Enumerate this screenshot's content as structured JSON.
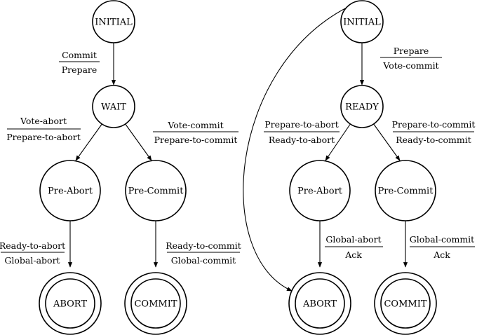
{
  "colors": {
    "stroke": "#000000",
    "background": "#ffffff"
  },
  "coordinator": {
    "nodes": {
      "initial": "INITIAL",
      "wait": "WAIT",
      "pre_abort": "Pre-Abort",
      "pre_commit": "Pre-Commit",
      "abort": "ABORT",
      "commit": "COMMIT"
    },
    "transitions": {
      "initial_to_wait": {
        "input": "Commit",
        "output": "Prepare"
      },
      "wait_to_pre_abort": {
        "input": "Vote-abort",
        "output": "Prepare-to-abort"
      },
      "wait_to_pre_commit": {
        "input": "Vote-commit",
        "output": "Prepare-to-commit"
      },
      "pre_abort_to_abort": {
        "input": "Ready-to-abort",
        "output": "Global-abort"
      },
      "pre_commit_to_commit": {
        "input": "Ready-to-commit",
        "output": "Global-commit"
      }
    }
  },
  "participant": {
    "nodes": {
      "initial": "INITIAL",
      "ready": "READY",
      "pre_abort": "Pre-Abort",
      "pre_commit": "Pre-Commit",
      "abort": "ABORT",
      "commit": "COMMIT"
    },
    "transitions": {
      "initial_to_ready": {
        "input": "Prepare",
        "output": "Vote-commit"
      },
      "ready_to_pre_abort": {
        "input": "Prepare-to-abort",
        "output": "Ready-to-abort"
      },
      "ready_to_pre_commit": {
        "input": "Prepare-to-commit",
        "output": "Ready-to-commit"
      },
      "pre_abort_to_abort": {
        "input": "Global-abort",
        "output": "Ack"
      },
      "pre_commit_to_commit": {
        "input": "Global-commit",
        "output": "Ack"
      }
    }
  }
}
